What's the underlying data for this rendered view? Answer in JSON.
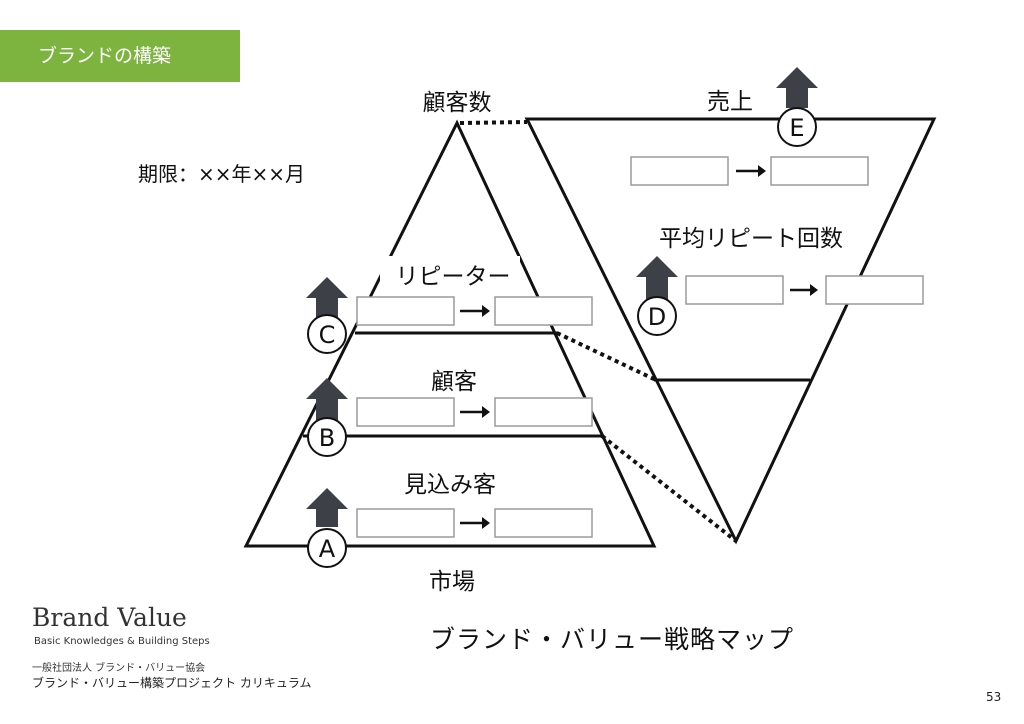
{
  "header": {
    "tag": "ブランドの構築"
  },
  "deadline": "期限：××年××月",
  "labels": {
    "customers_count": "顧客数",
    "sales": "売上",
    "avg_repeat": "平均リピート回数",
    "repeaters": "リピーター",
    "customers": "顧客",
    "prospects": "見込み客",
    "market": "市場"
  },
  "markers": {
    "a": "A",
    "b": "B",
    "c": "C",
    "d": "D",
    "e": "E"
  },
  "map_title": "ブランド・バリュー戦略マップ",
  "footer": {
    "brand": "Brand Value",
    "brand_sub": "Basic Knowledges & Building Steps",
    "org": "一般社団法人 ブランド・バリュー協会",
    "curriculum": "ブランド・バリュー構築プロジェクト カリキュラム",
    "page": "53"
  },
  "colors": {
    "tag": "#7db33f",
    "arrow": "#3d4046",
    "line": "#111111",
    "box_border": "#9a9a9a"
  }
}
